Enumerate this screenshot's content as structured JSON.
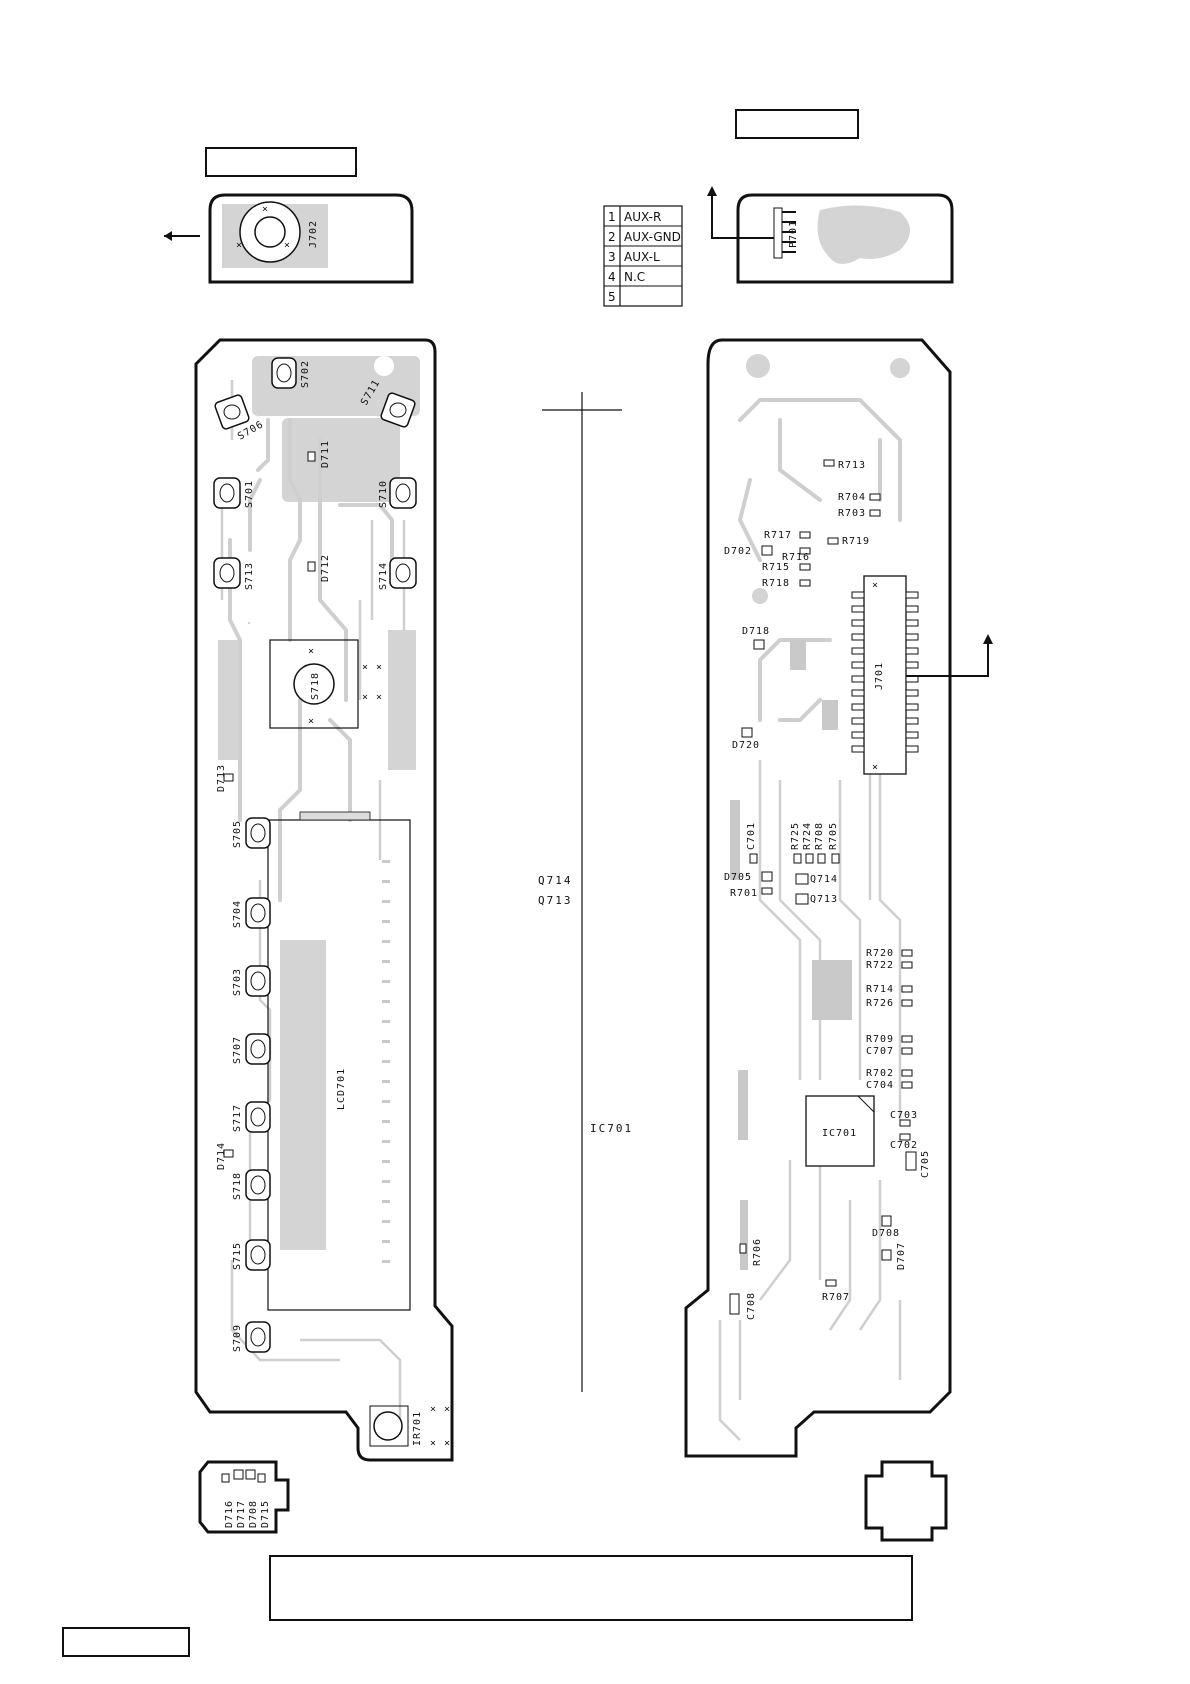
{
  "connector_table": {
    "rows": [
      {
        "pin": "1",
        "signal": "AUX-R"
      },
      {
        "pin": "2",
        "signal": "AUX-GND"
      },
      {
        "pin": "3",
        "signal": "AUX-L"
      },
      {
        "pin": "4",
        "signal": "N.C"
      },
      {
        "pin": "5",
        "signal": ""
      }
    ]
  },
  "left_board": {
    "jack_label": "J702",
    "switch_labels": [
      "S702",
      "S706",
      "S711",
      "S701",
      "S710",
      "S713",
      "S714",
      "S705",
      "S704",
      "S703",
      "S707",
      "S717",
      "S718",
      "S715",
      "S709"
    ],
    "center_switch": "S718",
    "diodes": [
      "D711",
      "D712",
      "D713",
      "D714"
    ],
    "lcd_label": "LCD701",
    "ir_label": "IR701",
    "led_labels": [
      "D716",
      "D717",
      "D708",
      "D715"
    ]
  },
  "right_board": {
    "plug_label": "P701",
    "connector_label": "J701",
    "ic_label": "IC701",
    "parts": [
      "R713",
      "R704",
      "R703",
      "R717",
      "R719",
      "D702",
      "R716",
      "R715",
      "R718",
      "D718",
      "D720",
      "C701",
      "R725",
      "R724",
      "R708",
      "R705",
      "D705",
      "Q714",
      "R701",
      "Q713",
      "R720",
      "R722",
      "R714",
      "R726",
      "R709",
      "C707",
      "R702",
      "C704",
      "C703",
      "C702",
      "C705",
      "D708",
      "D707",
      "R706",
      "C708",
      "R707"
    ]
  },
  "center_labels": {
    "q1": "Q714",
    "q2": "Q713",
    "ic": "IC701"
  }
}
